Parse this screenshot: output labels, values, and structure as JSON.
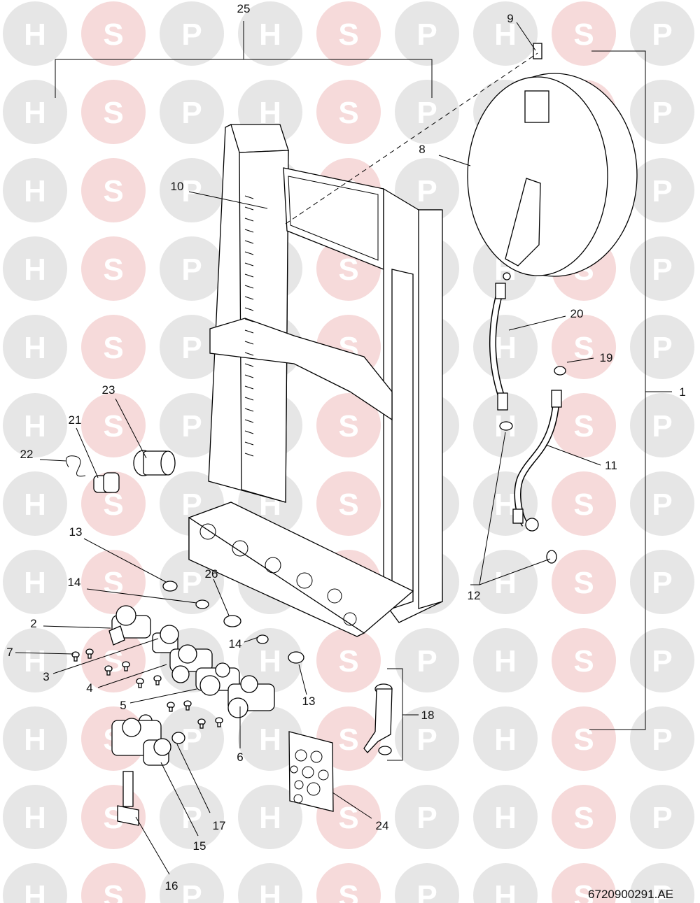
{
  "watermark": {
    "letters": [
      "H",
      "S",
      "P"
    ]
  },
  "callouts": [
    "25",
    "9",
    "8",
    "10",
    "1",
    "20",
    "19",
    "23",
    "21",
    "22",
    "11",
    "13",
    "26",
    "14",
    "12",
    "2",
    "7",
    "3",
    "4",
    "5",
    "14",
    "13",
    "18",
    "6",
    "17",
    "15",
    "24",
    "16"
  ],
  "drawing_code": "6720900291.AE"
}
